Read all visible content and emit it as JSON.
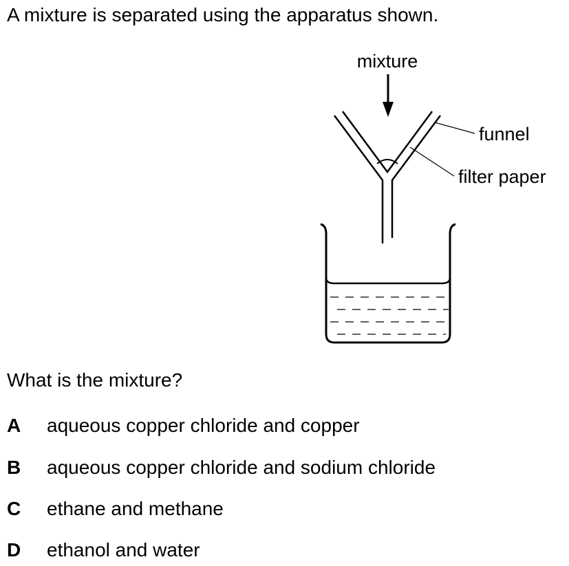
{
  "question": {
    "intro": "A mixture is separated using the apparatus shown.",
    "stem": "What is the mixture?"
  },
  "diagram": {
    "labels": {
      "mixture": "mixture",
      "funnel": "funnel",
      "filter_paper": "filter paper"
    }
  },
  "options": [
    {
      "letter": "A",
      "text": "aqueous copper chloride and copper"
    },
    {
      "letter": "B",
      "text": "aqueous copper chloride and sodium chloride"
    },
    {
      "letter": "C",
      "text": "ethane and methane"
    },
    {
      "letter": "D",
      "text": "ethanol and water"
    }
  ]
}
